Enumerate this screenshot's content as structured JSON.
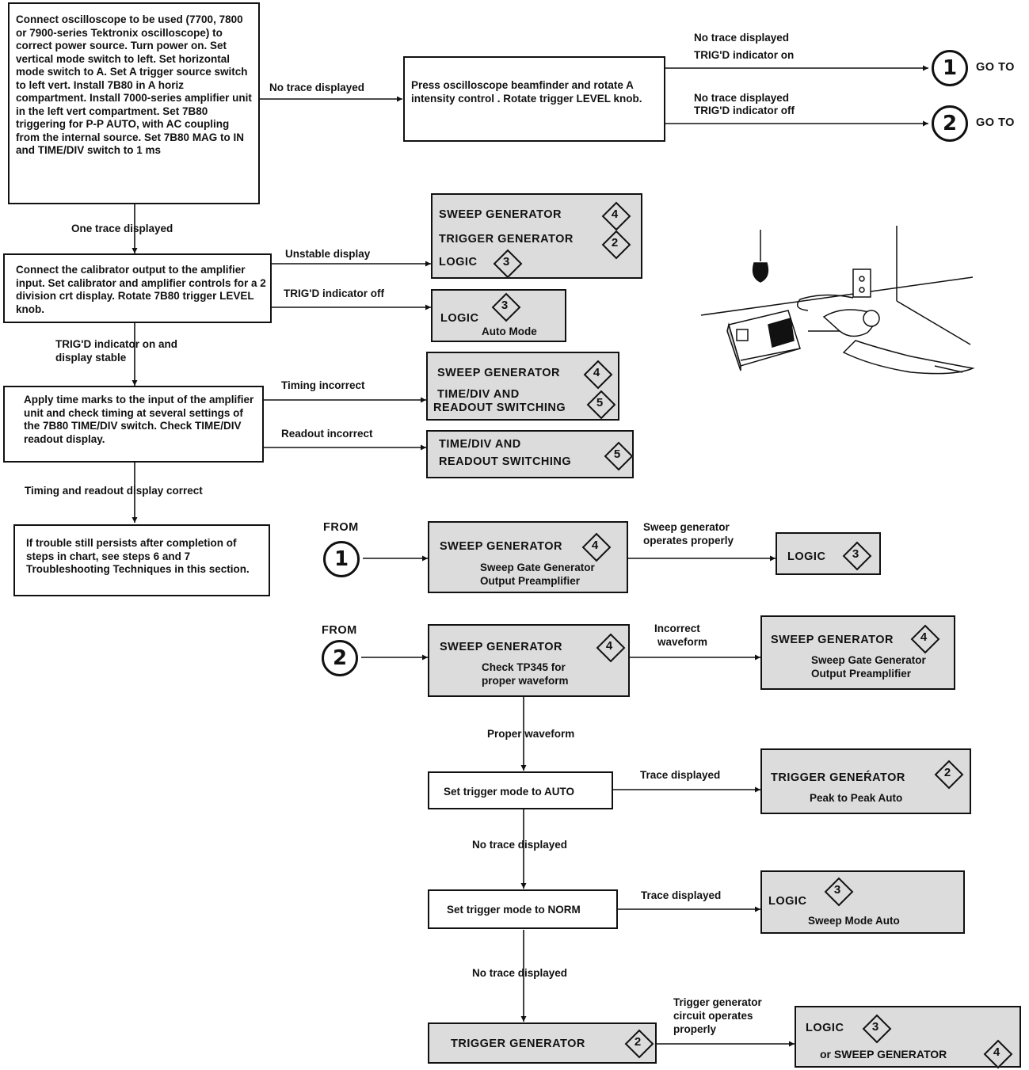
{
  "start": {
    "text": "Connect oscilloscope to be used (7700, 7800 or 7900-series Tektronix oscilloscope) to correct power source. Turn power on. Set vertical mode switch to left. Set horizontal mode switch to A. Set A trigger source switch to left vert. Install 7B80 in A horiz compartment. Install 7000-series amplifier unit in the left vert compartment. Set 7B80 triggering for P-P AUTO, with AC coupling from the internal source. Set 7B80 MAG to IN and TIME/DIV switch to 1 ms"
  },
  "beamfinder": {
    "text": "Press oscilloscope beamfinder and rotate A intensity control . Rotate trigger LEVEL knob."
  },
  "calibrator": {
    "text": "Connect the calibrator output to the amplifier input. Set calibrator and amplifier controls for a 2 division crt display. Rotate 7B80 trigger LEVEL knob."
  },
  "timemarks": {
    "text": "Apply time marks to the input of the amplifier unit and check timing at several settings of the 7B80 TIME/DIV switch. Check TIME/DIV readout display."
  },
  "persist": {
    "text": "If trouble still persists after completion of steps in chart, see steps 6 and 7 Troubleshooting Techniques in this section."
  },
  "auto_box": {
    "text": "Set trigger mode to AUTO"
  },
  "norm_box": {
    "text": "Set trigger mode to NORM"
  },
  "labels": {
    "no_trace_1": "No trace displayed",
    "no_trace_on": "No trace displayed",
    "trigd_on": "TRIG'D indicator on",
    "no_trace_off": "No trace displayed",
    "trigd_off": "TRIG'D indicator off",
    "one_trace": "One trace displayed",
    "unstable": "Unstable display",
    "trigd_off_2": "TRIG'D indicator off",
    "stable_1": "TRIG'D indicator on and",
    "stable_2": "display stable",
    "timing_incorrect": "Timing incorrect",
    "readout_incorrect": "Readout incorrect",
    "timing_correct": "Timing and readout display correct",
    "sweep_ok_1": "Sweep generator",
    "sweep_ok_2": "operates properly",
    "incorrect_1": "Incorrect",
    "incorrect_2": "waveform",
    "proper_waveform": "Proper waveform",
    "trace_displayed_1": "Trace displayed",
    "no_trace_2": "No trace displayed",
    "trace_displayed_2": "Trace displayed",
    "no_trace_3": "No trace displayed",
    "trig_ok_1": "Trigger generator",
    "trig_ok_2": "circuit operates",
    "trig_ok_3": "properly"
  },
  "goto": {
    "label": "GO TO",
    "one": "1",
    "two": "2"
  },
  "from": {
    "label": "FROM"
  },
  "ref": {
    "sweep_generator": "SWEEP GENERATOR",
    "trigger_generator": "TRIGGER GENERATOR",
    "trigger_generator_alt": "TRIGGER GENEŔATOR",
    "logic": "LOGIC",
    "auto_mode": "Auto Mode",
    "time_div_1": "TIME/DIV AND",
    "time_div_2": "READOUT SWITCHING",
    "sweep_gate": "Sweep Gate Generator",
    "output_preamp": "Output Preamplifier",
    "check_tp_1": "Check TP345 for",
    "check_tp_2": "proper waveform",
    "peak_auto": "Peak to Peak Auto",
    "sweep_mode_auto": "Sweep Mode Auto",
    "or_sweep": "or SWEEP GENERATOR",
    "n2": "2",
    "n3": "3",
    "n4": "4",
    "n5": "5"
  }
}
